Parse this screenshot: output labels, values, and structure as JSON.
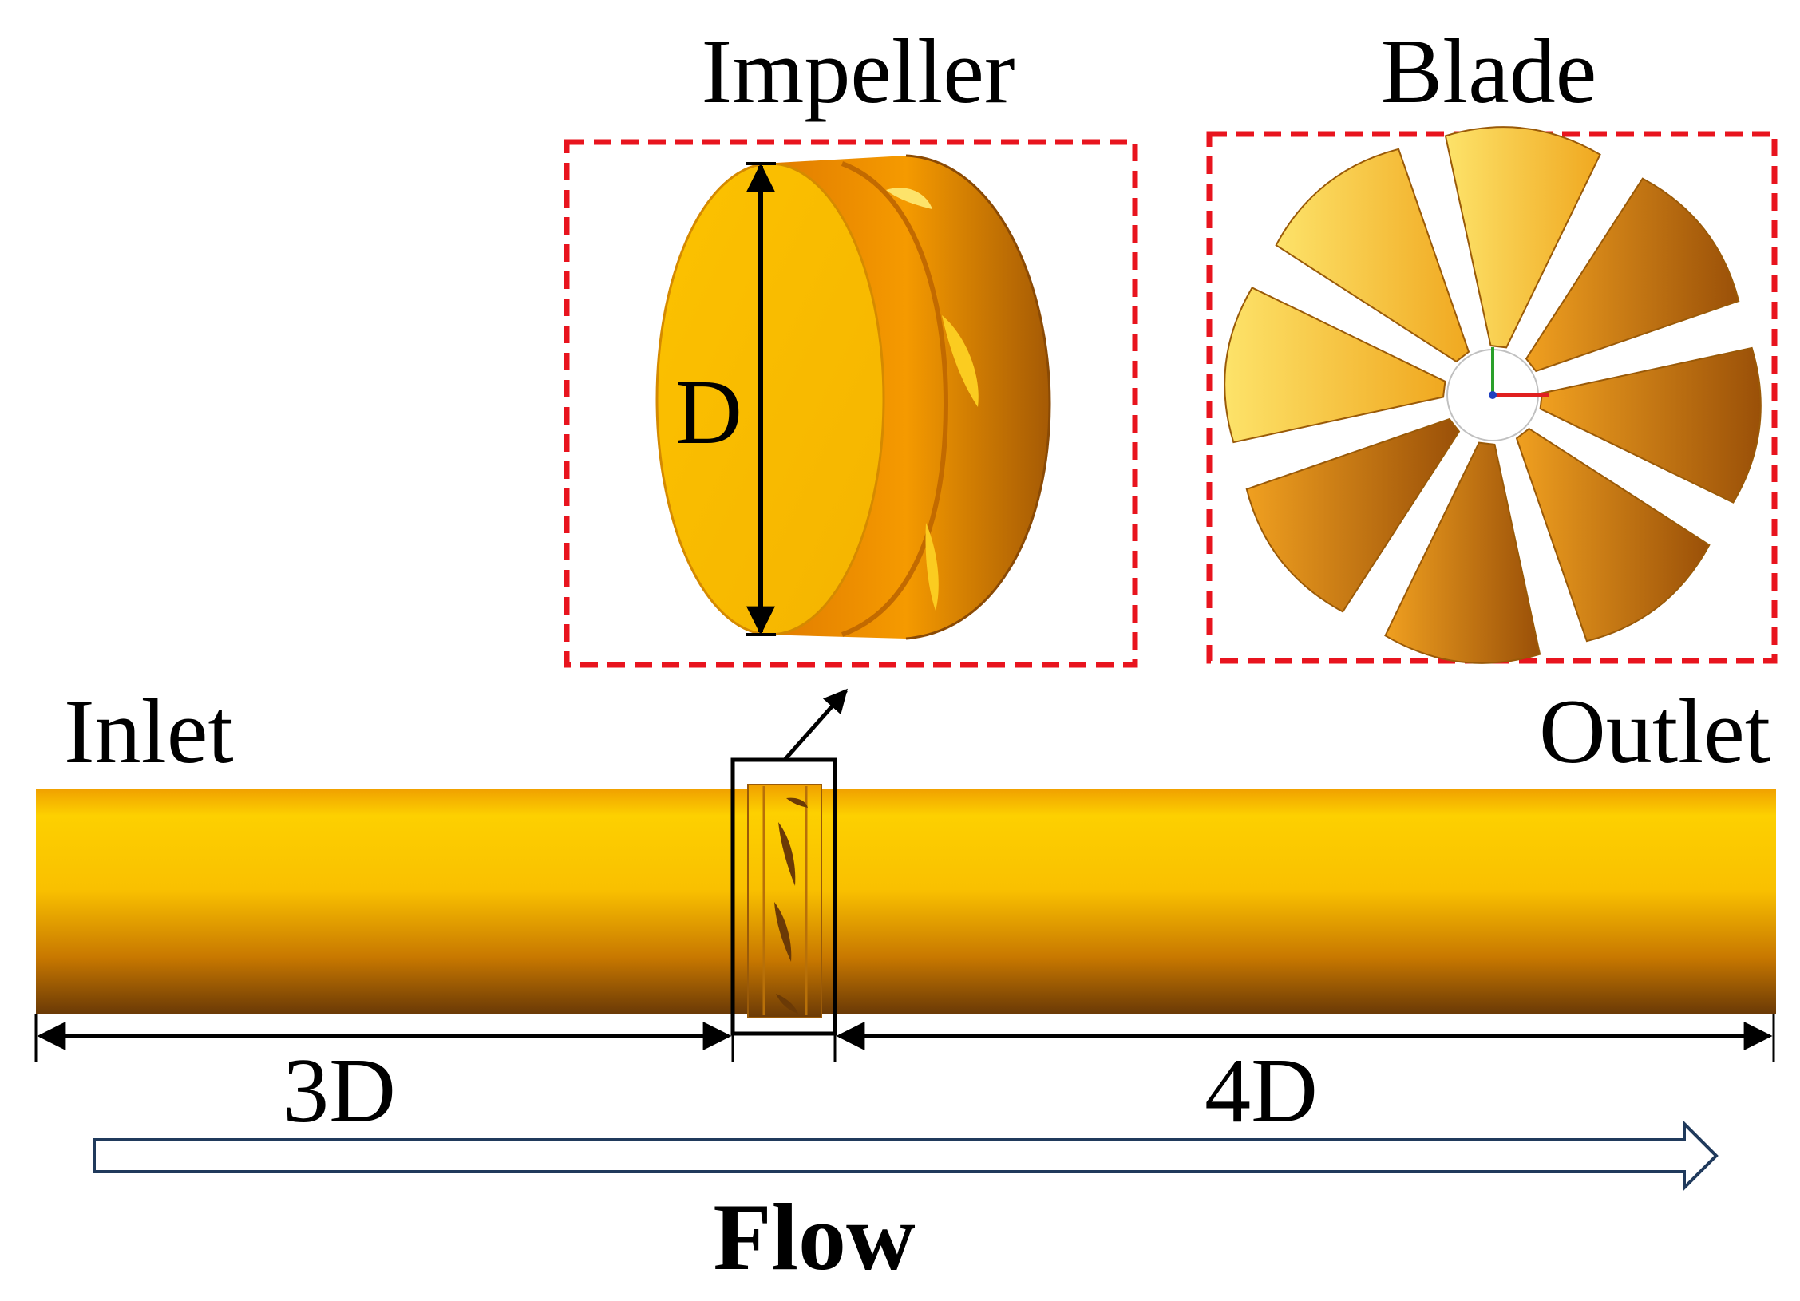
{
  "labels": {
    "impeller": "Impeller",
    "blade": "Blade",
    "inlet": "Inlet",
    "outlet": "Outlet",
    "diameter": "D",
    "upstream_length": "3D",
    "downstream_length": "4D",
    "flow": "Flow"
  },
  "colors": {
    "inset_border": "#e8141e",
    "pipe_light": "#fdd000",
    "pipe_mid": "#f2a800",
    "pipe_dark": "#6b3a06",
    "blade_light": "#fcd94a",
    "blade_dark": "#b06208",
    "flow_arrow_stroke": "#203a5c",
    "dimension_lines": "#000000"
  },
  "blade_count": 8
}
